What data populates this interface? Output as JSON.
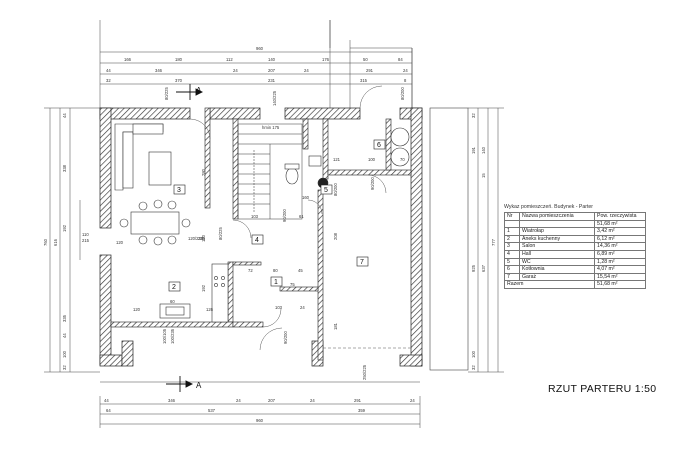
{
  "title": "RZUT PARTERU 1:50",
  "table": {
    "caption": "Wykaz pomieszczeń. Budynek - Parter",
    "headers": [
      "Nr",
      "Nazwa pomieszczenia",
      "Pow. rzeczywista"
    ],
    "header_total": "51,68 m²",
    "rows": [
      {
        "nr": "1",
        "name": "Wiatrołap",
        "area": "3,42 m²"
      },
      {
        "nr": "2",
        "name": "Aneks kuchenny",
        "area": "6,12 m²"
      },
      {
        "nr": "3",
        "name": "Salon",
        "area": "14,36 m²"
      },
      {
        "nr": "4",
        "name": "Hall",
        "area": "6,89 m²"
      },
      {
        "nr": "5",
        "name": "WC",
        "area": "1,28 m²"
      },
      {
        "nr": "6",
        "name": "Kotłownia",
        "area": "4,07 m²"
      },
      {
        "nr": "7",
        "name": "Garaż",
        "area": "15,54 m²"
      }
    ],
    "total_label": "Razem",
    "total_value": "51,68 m²"
  },
  "section_marks": [
    "A",
    "A"
  ],
  "room_numbers": [
    "1",
    "2",
    "3",
    "4",
    "5",
    "6",
    "7"
  ],
  "dims": {
    "top_overall": "960",
    "top_row1": [
      "166",
      "180",
      "112",
      "140",
      "176",
      "50",
      "84"
    ],
    "top_row2": [
      "44",
      "346",
      "24",
      "207",
      "24",
      "291",
      "24"
    ],
    "top_row3": [
      "32",
      "370",
      "231",
      "315",
      "8"
    ],
    "bottom_row1": [
      "44",
      "346",
      "24",
      "207",
      "24",
      "291",
      "24"
    ],
    "bottom_row2": [
      "64",
      "537",
      "359"
    ],
    "bottom_overall": "960",
    "left_outer": [
      "44",
      "338",
      "192",
      "335",
      "44",
      "100",
      "32"
    ],
    "left_mid": "616",
    "left_overall": "760",
    "left_inner": [
      "110",
      "215"
    ],
    "right_outer": [
      "32",
      "191",
      "140",
      "15",
      "925",
      "100",
      "32"
    ],
    "right_mid": "637",
    "right_overall": "777",
    "openings": [
      "80/225",
      "80/225",
      "140/225",
      "90/200",
      "90/200",
      "90/200",
      "80/200",
      "250/225",
      "120/235",
      "80/200",
      "100/235"
    ],
    "interior": [
      "hmin 175",
      "121",
      "100",
      "70",
      "160",
      "280",
      "103",
      "61",
      "120",
      "235",
      "72",
      "80",
      "45",
      "75",
      "103",
      "24",
      "192",
      "120",
      "126",
      "60",
      "208",
      "181",
      "120",
      "100/105"
    ]
  }
}
